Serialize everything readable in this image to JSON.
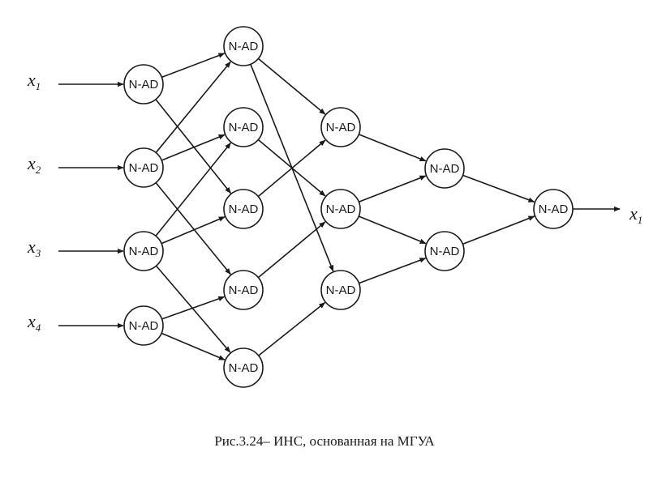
{
  "figure": {
    "caption": "Рис.3.24– ИНС, основанная на МГУА",
    "node_label": "N-AD",
    "inputs": [
      {
        "base": "x",
        "sub": "1"
      },
      {
        "base": "x",
        "sub": "2"
      },
      {
        "base": "x",
        "sub": "3"
      },
      {
        "base": "x",
        "sub": "4"
      }
    ],
    "output": {
      "base": "x",
      "sub": "1"
    },
    "layer_sizes": [
      4,
      5,
      3,
      2,
      1
    ],
    "edges": [
      [
        0,
        0,
        1,
        0
      ],
      [
        0,
        0,
        1,
        2
      ],
      [
        0,
        1,
        1,
        0
      ],
      [
        0,
        1,
        1,
        1
      ],
      [
        0,
        1,
        1,
        3
      ],
      [
        0,
        2,
        1,
        1
      ],
      [
        0,
        2,
        1,
        2
      ],
      [
        0,
        2,
        1,
        4
      ],
      [
        0,
        3,
        1,
        3
      ],
      [
        0,
        3,
        1,
        4
      ],
      [
        1,
        0,
        2,
        0
      ],
      [
        1,
        0,
        2,
        2
      ],
      [
        1,
        1,
        2,
        1
      ],
      [
        1,
        2,
        2,
        0
      ],
      [
        1,
        3,
        2,
        1
      ],
      [
        1,
        4,
        2,
        2
      ],
      [
        2,
        0,
        3,
        0
      ],
      [
        2,
        1,
        3,
        0
      ],
      [
        2,
        1,
        3,
        1
      ],
      [
        2,
        2,
        3,
        1
      ],
      [
        3,
        0,
        4,
        0
      ],
      [
        3,
        1,
        4,
        0
      ]
    ]
  }
}
